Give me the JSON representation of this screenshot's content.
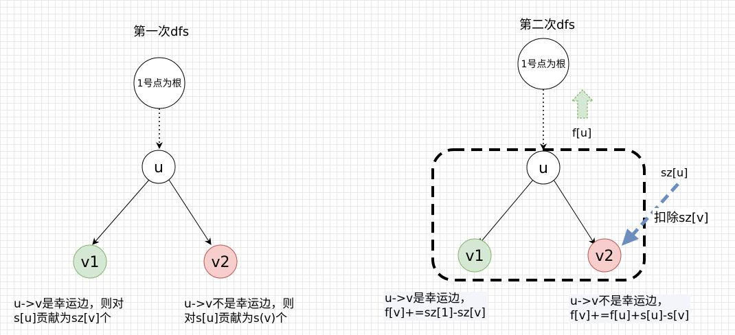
{
  "left": {
    "title": "第一次dfs",
    "root": "1号点为根",
    "u": "u",
    "v1": "v1",
    "v2": "v2",
    "caption_lucky": [
      "u->v是幸运边，则对",
      "s[u]贡献为sz[v]个"
    ],
    "caption_unlucky": [
      "u->v不是幸运边，则",
      "对s[u]贡献为s(v)个"
    ]
  },
  "right": {
    "title": "第二次dfs",
    "root": "1号点为根",
    "u": "u",
    "v1": "v1",
    "v2": "v2",
    "f_label": "f[u]",
    "sz_label": "sz[u]",
    "deduct_label": "扣除sz[v]",
    "caption_lucky": [
      "u->v是幸运边，",
      "f[v]+=sz[1]-sz[v]"
    ],
    "caption_unlucky": [
      "u->v不是幸运边，",
      "f[v]+=f[u]+s[u]-s[v]"
    ]
  },
  "colors": {
    "green_fill": "#d5e8d4",
    "green_stroke": "#82b366",
    "red_fill": "#f8cecc",
    "red_stroke": "#b85450",
    "up_arrow_fill": "#d5e8d4",
    "up_arrow_stroke": "#82b366",
    "blue_arrow": "#6c8ebf"
  }
}
